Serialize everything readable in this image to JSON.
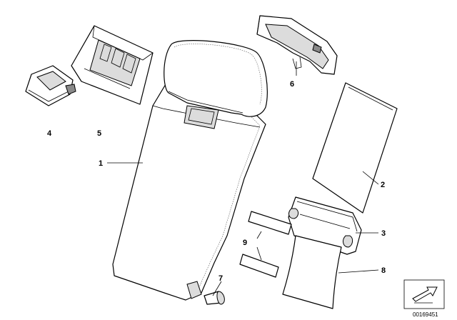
{
  "callouts": {
    "c1": "1",
    "c2": "2",
    "c3": "3",
    "c4": "4",
    "c5": "5",
    "c6": "6",
    "c7": "7",
    "c8": "8",
    "c9": "9"
  },
  "document_number": "00169451",
  "icons": {
    "nav": "arrow-nav-icon"
  }
}
